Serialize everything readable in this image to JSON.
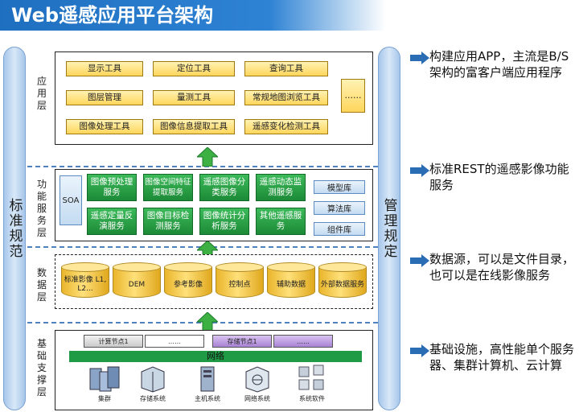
{
  "title": "Web遥感应用平台架构",
  "left_pillar": "标准规范",
  "right_pillar": "管理规定",
  "layers": {
    "app": {
      "label": "应用层",
      "tools": [
        "显示工具",
        "定位工具",
        "查询工具",
        "图层管理",
        "量测工具",
        "常规地图浏览工具",
        "图像处理工具",
        "图像信息提取工具",
        "遥感变化检测工具"
      ],
      "more": "……"
    },
    "service": {
      "label": "功能服务层",
      "soa": "SOA",
      "services": [
        "图像预处理服务",
        "图像空间特征提取服务",
        "遥感图像分类服务",
        "遥感动态监测服务",
        "遥感定量反演服务",
        "图像目标检测服务",
        "图像统计分析服务",
        "其他遥感服务"
      ],
      "libs": [
        "模型库",
        "算法库",
        "组件库"
      ]
    },
    "data": {
      "label": "数据层",
      "sources": [
        "标准影像 L1, L2...",
        "DEM",
        "参考影像",
        "控制点",
        "辅助数据",
        "外部数据服务"
      ]
    },
    "infra": {
      "label": "基础支撑层",
      "nodes": [
        "计算节点1",
        "……",
        "存储节点1",
        "……"
      ],
      "network": "网络",
      "devices": [
        "集群",
        "存储系统",
        "主机系统",
        "网络系统",
        "系统软件"
      ]
    }
  },
  "notes": [
    "构建应用APP，主流是B/S架构的富客户端应用程序",
    "标准REST的遥感影像功能服务",
    "数据源，可以是文件目录，也可以是在线影像服务",
    "基础设施，高性能单个服务器、集群计算机、云计算"
  ],
  "colors": {
    "title_bg": "#1f6fc0",
    "service_green": "#1d8a37",
    "tool_yellow": "#ffd65c",
    "note_arrow": "#2a6db5"
  }
}
